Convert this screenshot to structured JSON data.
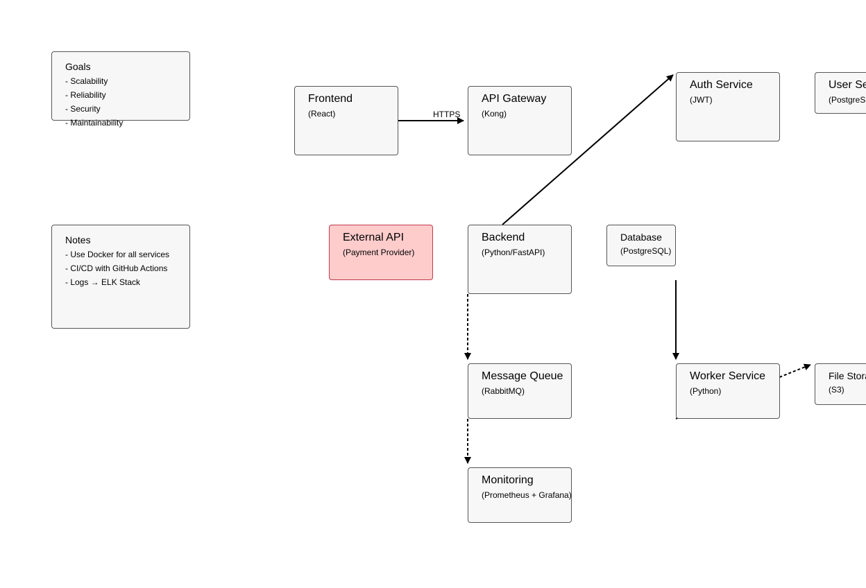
{
  "notes": {
    "goals": {
      "title": "Goals",
      "items": [
        "- Scalability",
        "- Reliability",
        "- Security",
        "- Maintainability"
      ]
    },
    "notes": {
      "title": "Notes",
      "items": [
        "- Use Docker for all services",
        "- CI/CD with GitHub Actions",
        "- Logs → ELK Stack"
      ]
    }
  },
  "nodes": {
    "frontend": {
      "title": "Frontend",
      "sub": "(React)"
    },
    "api_gateway": {
      "title": "API Gateway",
      "sub": "(Kong)"
    },
    "auth_service": {
      "title": "Auth Service",
      "sub": "(JWT)"
    },
    "user_service": {
      "title": "User Service",
      "sub": "(PostgreSQL)"
    },
    "external_api": {
      "title": "External API",
      "sub": "(Payment Provider)"
    },
    "backend": {
      "title": "Backend",
      "sub": "(Python/FastAPI)"
    },
    "database": {
      "title": "Database",
      "sub": "(PostgreSQL)"
    },
    "message_queue": {
      "title": "Message Queue",
      "sub": "(RabbitMQ)"
    },
    "worker_service": {
      "title": "Worker Service",
      "sub": "(Python)"
    },
    "file_storage": {
      "title": "File Storage",
      "sub": "(S3)"
    },
    "monitoring": {
      "title": "Monitoring",
      "sub": "(Prometheus + Grafana)"
    }
  },
  "edges": {
    "https_label": "HTTPS"
  },
  "colors": {
    "node_fill": "#f7f7f7",
    "node_border": "#555555",
    "external_fill": "#ffcccc",
    "external_border": "#c0394b",
    "edge": "#000000"
  }
}
